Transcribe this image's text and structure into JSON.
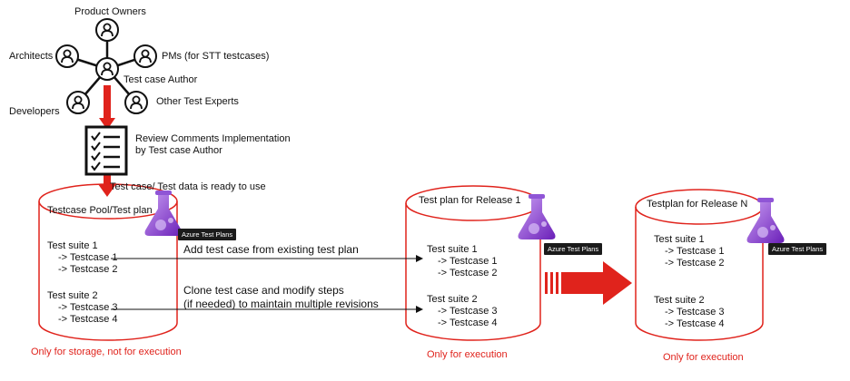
{
  "stakeholders": {
    "product_owners": "Product Owners",
    "architects": "Architects",
    "pms": "PMs (for STT testcases)",
    "test_case_author": "Test case Author",
    "other_test_experts": "Other Test Experts",
    "developers": "Developers"
  },
  "review_step": {
    "line1": "Review Comments Implementation",
    "line2": "by Test case Author"
  },
  "ready_label": "Test case/ Test data is ready to use",
  "pool": {
    "title": "Testcase Pool/Test plan",
    "badge": "Azure Test Plans",
    "suite1": {
      "name": "Test suite 1",
      "cases": [
        "-> Testcase 1",
        "-> Testcase 2"
      ]
    },
    "suite2": {
      "name": "Test suite 2",
      "cases": [
        "-> Testcase 3",
        "-> Testcase 4"
      ]
    },
    "note": "Only for storage, not for execution"
  },
  "actions": {
    "add": "Add test case from existing test plan",
    "clone_line1": "Clone test case and modify steps",
    "clone_line2": "(if needed) to maintain multiple revisions"
  },
  "release1": {
    "title": "Test plan for Release 1",
    "badge": "Azure Test Plans",
    "suite1": {
      "name": "Test suite 1",
      "cases": [
        "-> Testcase 1",
        "-> Testcase 2"
      ]
    },
    "suite2": {
      "name": "Test suite 2",
      "cases": [
        "-> Testcase 3",
        "-> Testcase 4"
      ]
    },
    "note": "Only for execution"
  },
  "releaseN": {
    "title": "Testplan for Release N",
    "badge": "Azure Test Plans",
    "suite1": {
      "name": "Test suite 1",
      "cases": [
        "-> Testcase 1",
        "-> Testcase 2"
      ]
    },
    "suite2": {
      "name": "Test suite 2",
      "cases": [
        "-> Testcase 3",
        "-> Testcase 4"
      ]
    },
    "note": "Only for execution"
  },
  "colors": {
    "red": "#e0231c",
    "black": "#111111",
    "flask_purple": "#8a3fd1"
  }
}
